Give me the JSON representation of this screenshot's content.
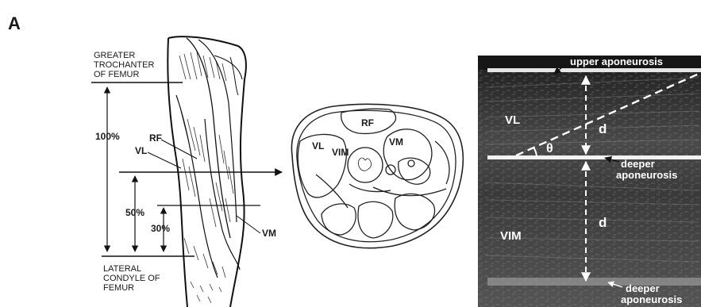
{
  "panel_label": "A",
  "landmarks": {
    "top": [
      "GREATER",
      "TROCHANTER",
      "OF FEMUR"
    ],
    "bottom": [
      "LATERAL",
      "CONDYLE OF",
      "FEMUR"
    ]
  },
  "percentages": {
    "p100": "100%",
    "p50": "50%",
    "p30": "30%"
  },
  "leg_muscles": {
    "rf": "RF",
    "vl": "VL",
    "vm": "VM"
  },
  "cross_section_muscles": {
    "rf": "RF",
    "vl": "VL",
    "vim": "VIM",
    "vm": "VM"
  },
  "ultrasound": {
    "upper_aponeurosis": "upper aponeurosis",
    "deeper_aponeurosis_1": [
      "deeper",
      "aponeurosis"
    ],
    "deeper_aponeurosis_2": [
      "deeper",
      "aponeurosis"
    ],
    "vl": "VL",
    "vim": "VIM",
    "theta": "θ",
    "d_upper": "d",
    "d_lower": "d"
  },
  "colors": {
    "line": "#111111",
    "ultrasound_bg": "#2b2b2b",
    "ultrasound_text": "#ffffff"
  }
}
